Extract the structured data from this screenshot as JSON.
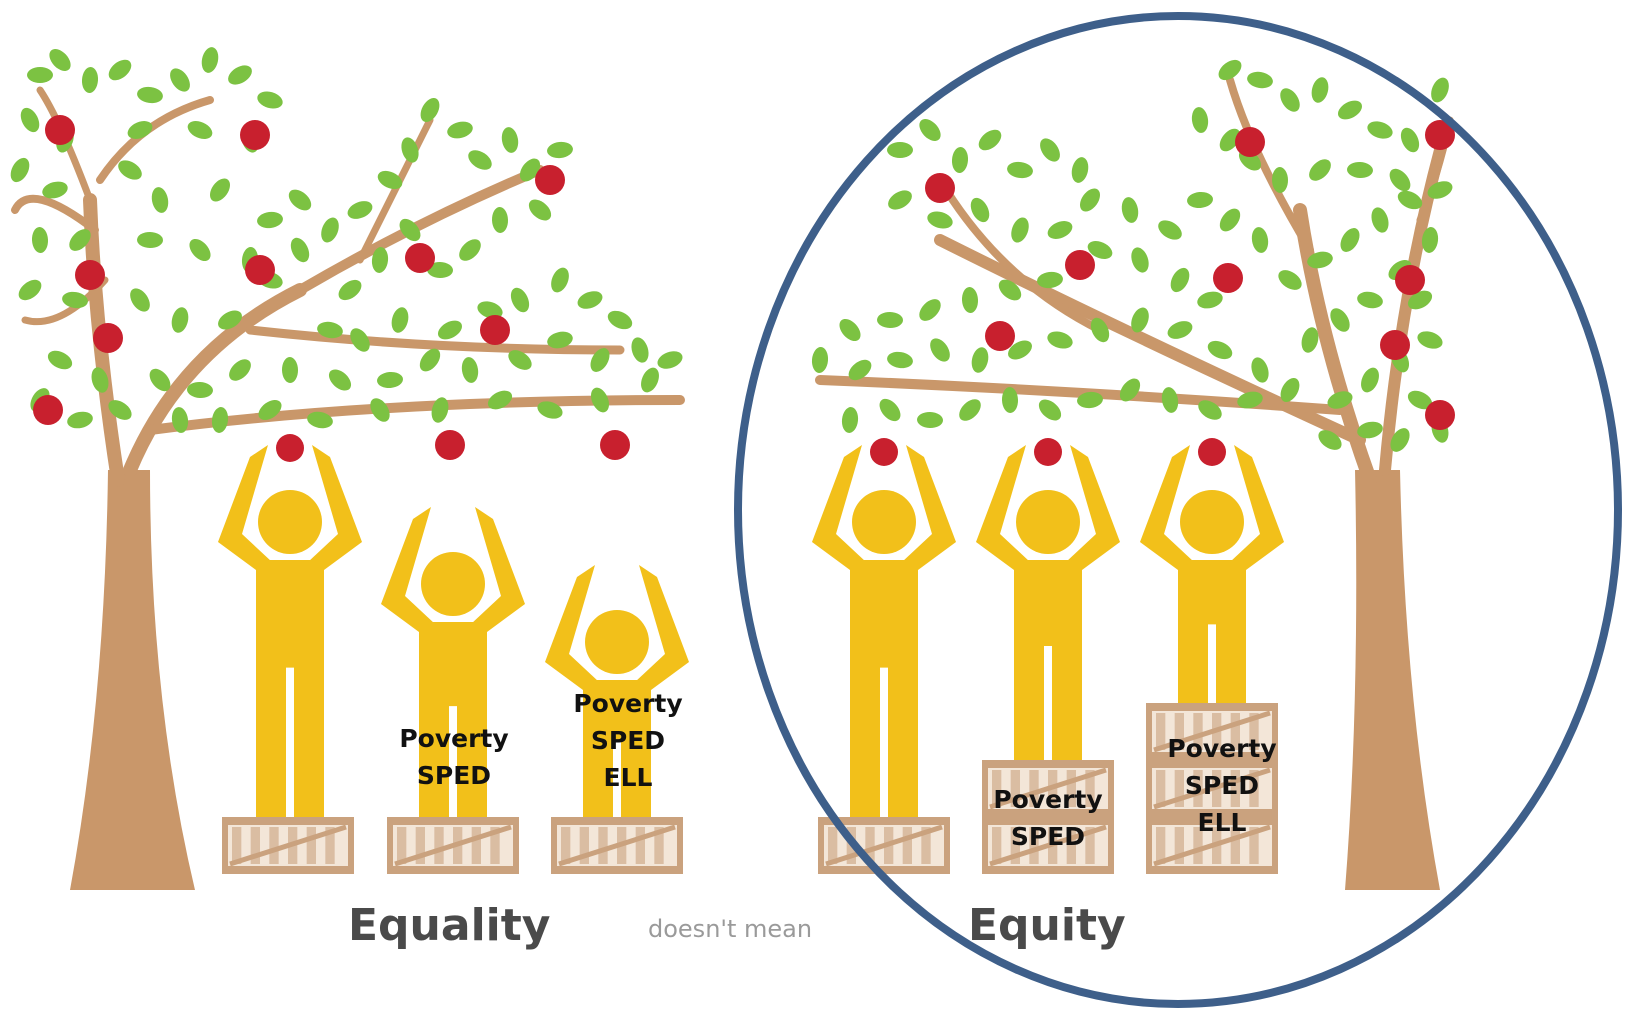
{
  "colors": {
    "trunk": "#c9976a",
    "leaf": "#7cc242",
    "apple": "#c8202e",
    "person": "#f2c01a",
    "crate": "#caa27e",
    "crate_stripe": "#f3e6d8",
    "circle": "#3e5f8a",
    "caption_main": "#4a4a4a",
    "caption_sub": "#9a9a9a"
  },
  "captions": {
    "equality": "Equality",
    "middle": "doesn't mean",
    "equity": "Equity"
  },
  "equality_panel": {
    "person2_label": [
      "Poverty",
      "SPED"
    ],
    "person3_label": [
      "Poverty",
      "SPED",
      "ELL"
    ]
  },
  "equity_panel": {
    "person2_label": [
      "Poverty",
      "SPED"
    ],
    "person3_label": [
      "Poverty",
      "SPED",
      "ELL"
    ]
  }
}
